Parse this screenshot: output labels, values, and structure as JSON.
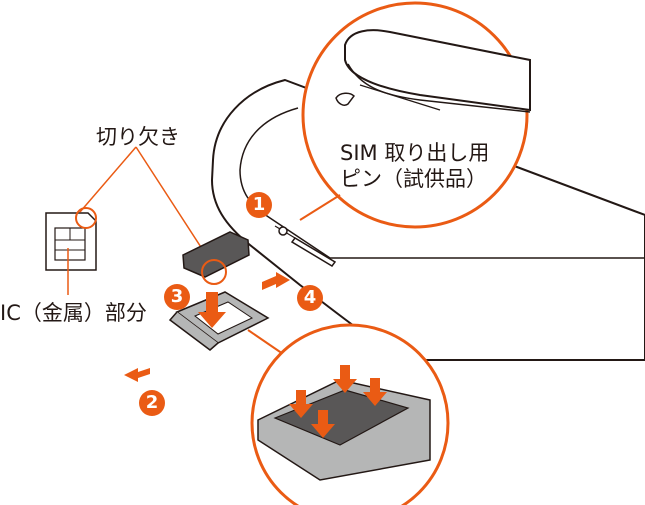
{
  "labels": {
    "notch": "切り欠き",
    "ic_contact": "IC（金属）部分",
    "pin_line1": "SIM 取り出し用",
    "pin_line2": "ピン（試供品）"
  },
  "steps": [
    "1",
    "2",
    "3",
    "4"
  ],
  "colors": {
    "accent": "#ea5b14",
    "outline": "#231815",
    "tray": "#b5b6b6",
    "sim": "#595757"
  }
}
